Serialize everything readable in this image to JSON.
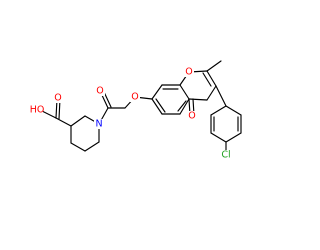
{
  "molecule": {
    "atom_labels": {
      "oh": "HO",
      "acid_o": "O",
      "n": "N",
      "amide_o": "O",
      "ether_o": "O",
      "ring_o": "O",
      "keto_o": "O",
      "cl": "Cl"
    },
    "colors": {
      "bond": "#000000",
      "oxygen": "#ff0000",
      "nitrogen": "#0000ff",
      "chlorine": "#1fa01f"
    }
  }
}
